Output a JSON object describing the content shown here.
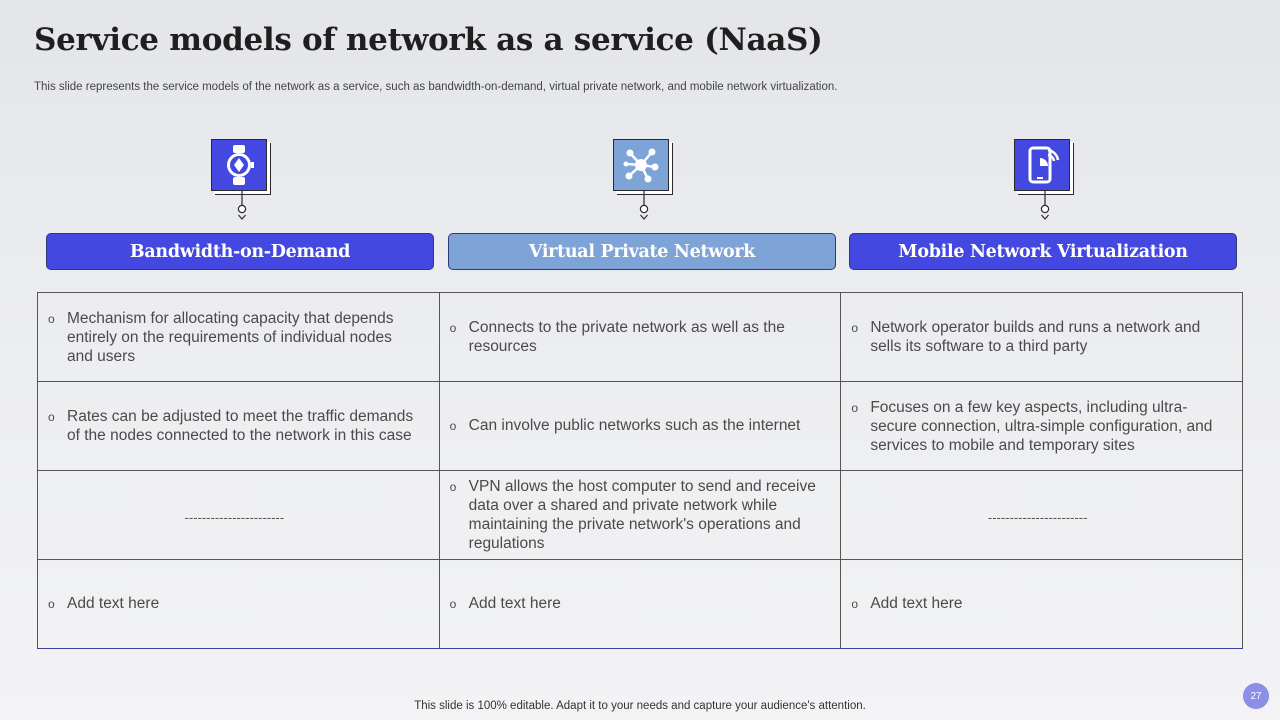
{
  "slide": {
    "title": "Service models of network as a service (NaaS)",
    "subtitle": "This slide represents the service models of the network as a service, such as bandwidth-on-demand, virtual private network, and mobile network virtualization.",
    "footer": "This slide is 100% editable. Adapt it to your needs and capture your audience's attention.",
    "page_number": "27"
  },
  "colors": {
    "primary": "#4248e0",
    "secondary": "#7ea3d6",
    "text": "#404040"
  },
  "columns": [
    {
      "icon": "smartwatch-icon",
      "header": "Bandwidth-on-Demand",
      "cells": [
        "Mechanism for allocating capacity that depends entirely on the requirements of individual nodes and users",
        "Rates can be adjusted to meet the traffic demands of the nodes connected to the network in this case",
        "-----------------------",
        "Add text here"
      ]
    },
    {
      "icon": "network-hub-icon",
      "header": "Virtual Private Network",
      "cells": [
        "Connects to the private network as well as the resources",
        "Can involve public networks such as the internet",
        "VPN allows the host computer to send and receive data over a shared and private network while maintaining the private network's operations and regulations",
        "Add text here"
      ]
    },
    {
      "icon": "mobile-signal-icon",
      "header": "Mobile Network Virtualization",
      "cells": [
        "Network operator builds and runs a network and sells its software to a third party",
        "Focuses on a few key aspects, including ultra-secure connection, ultra-simple configuration, and services to mobile and temporary sites",
        "-----------------------",
        "Add text here"
      ]
    }
  ],
  "bullet_symbol": "o"
}
